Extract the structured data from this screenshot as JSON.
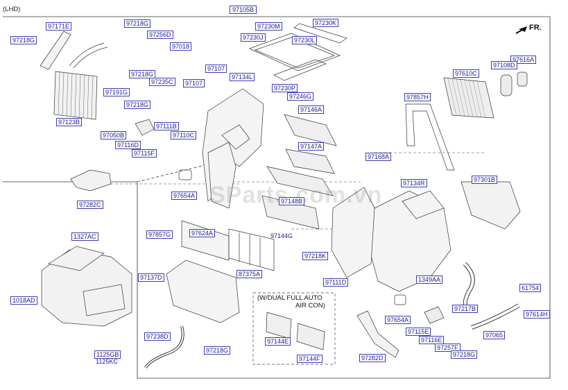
{
  "variant": "(LHD)",
  "assembly_label": "97105B",
  "direction_label": "FR.",
  "watermark": "SParts.com.vn",
  "note": {
    "line1": "(W/DUAL FULL AUTO",
    "line2": "AIR CON)"
  },
  "parts": [
    "97171E",
    "97218G",
    "97218G",
    "97256D",
    "97018",
    "97218G",
    "97235C",
    "97107",
    "97107",
    "97134L",
    "97230J",
    "97230M",
    "97230K",
    "97230L",
    "97230P",
    "97246G",
    "97616A",
    "97108D",
    "97610C",
    "97857H",
    "97123B",
    "97191G",
    "97218G",
    "97111B",
    "97050B",
    "97110C",
    "97116D",
    "97115F",
    "97146A",
    "97147A",
    "97168A",
    "97282C",
    "97654A",
    "97148B",
    "97134R",
    "97301B",
    "97857G",
    "97624A",
    "97144G",
    "97218K",
    "1327AC",
    "97137D",
    "87375A",
    "97111D",
    "1349AA",
    "61754",
    "97217B",
    "1018AD",
    "97654A",
    "97115E",
    "97116E",
    "97614H",
    "97257F",
    "97065",
    "97238D",
    "97218G",
    "97144E",
    "97144F",
    "97282D",
    "97218G",
    "1125GB",
    "1125KC"
  ]
}
